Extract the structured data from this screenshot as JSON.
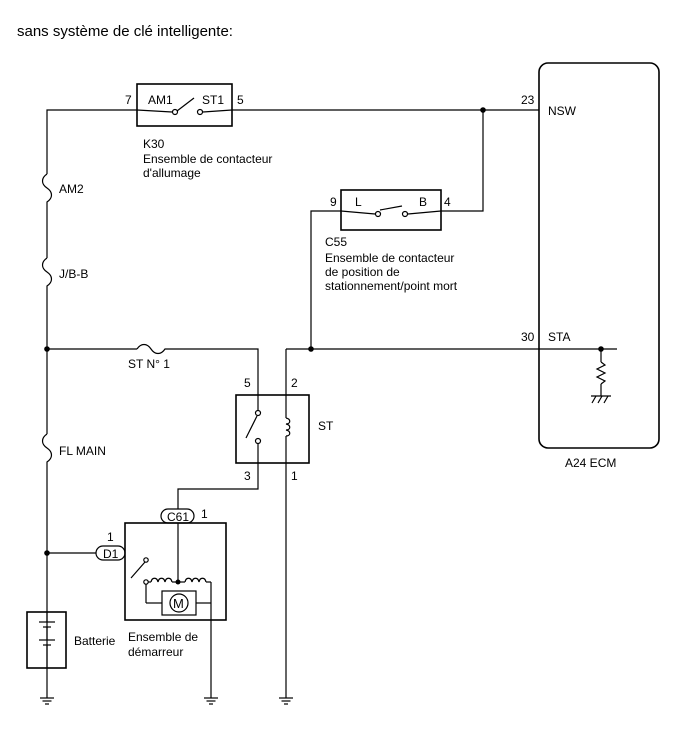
{
  "title": "sans système de clé intelligente:",
  "k30": {
    "code": "K30",
    "name_line1": "Ensemble de contacteur",
    "name_line2": "d'allumage",
    "pin_am1_label": "AM1",
    "pin_st1_label": "ST1",
    "pin_am1_no": "7",
    "pin_st1_no": "5"
  },
  "c55": {
    "code": "C55",
    "name_line1": "Ensemble de contacteur",
    "name_line2": "de position de",
    "name_line3": "stationnement/point mort",
    "pin_l_label": "L",
    "pin_b_label": "B",
    "pin_l_no": "9",
    "pin_b_no": "4"
  },
  "ecm": {
    "name": "A24  ECM",
    "pin_nsw_label": "NSW",
    "pin_nsw_no": "23",
    "pin_sta_label": "STA",
    "pin_sta_no": "30"
  },
  "fuses": {
    "am2": "AM2",
    "jbb": "J/B-B",
    "fl_main": "FL MAIN",
    "st_no1": "ST N° 1"
  },
  "relay": {
    "name": "ST",
    "pin5": "5",
    "pin2": "2",
    "pin3": "3",
    "pin1": "1"
  },
  "starter": {
    "connector_c61": "C61",
    "connector_c61_pin": "1",
    "connector_d1": "D1",
    "connector_d1_pin": "1",
    "motor_symbol": "M",
    "name_line1": "Ensemble de",
    "name_line2": "démarreur"
  },
  "battery": {
    "name": "Batterie"
  }
}
